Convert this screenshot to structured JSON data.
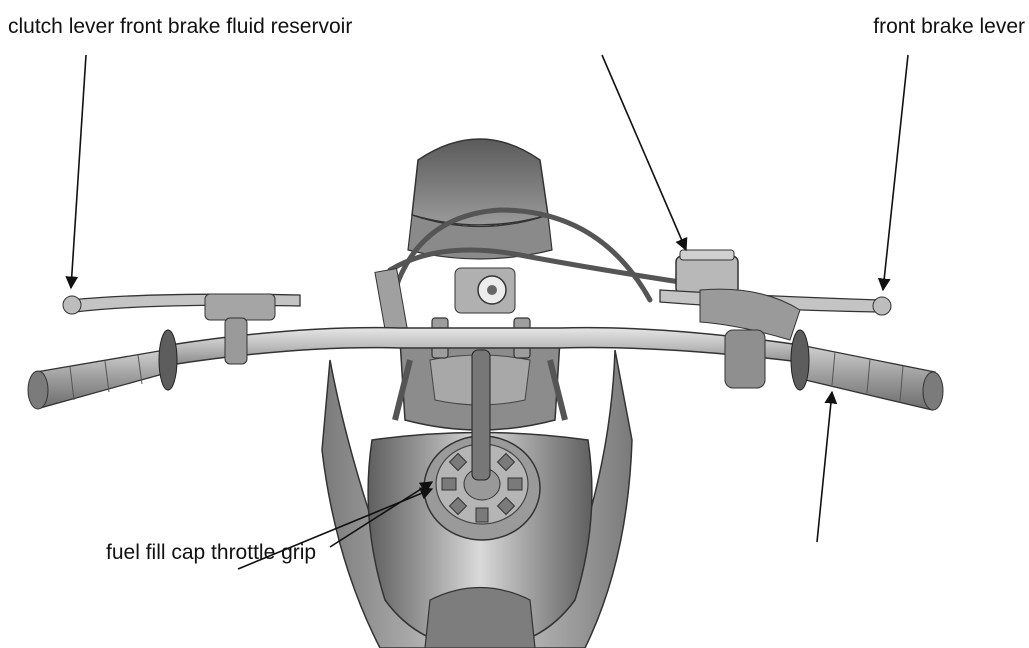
{
  "labels": {
    "top_left": "clutch lever front brake fluid reservoir",
    "top_right": "front brake lever",
    "bottom": "fuel fill cap throttle grip"
  },
  "colors": {
    "line": "#111111",
    "body_dark": "#6e6e6e",
    "body_mid": "#a7a7a7",
    "body_light": "#d4d4d4",
    "chrome": "#c6c6c6"
  }
}
